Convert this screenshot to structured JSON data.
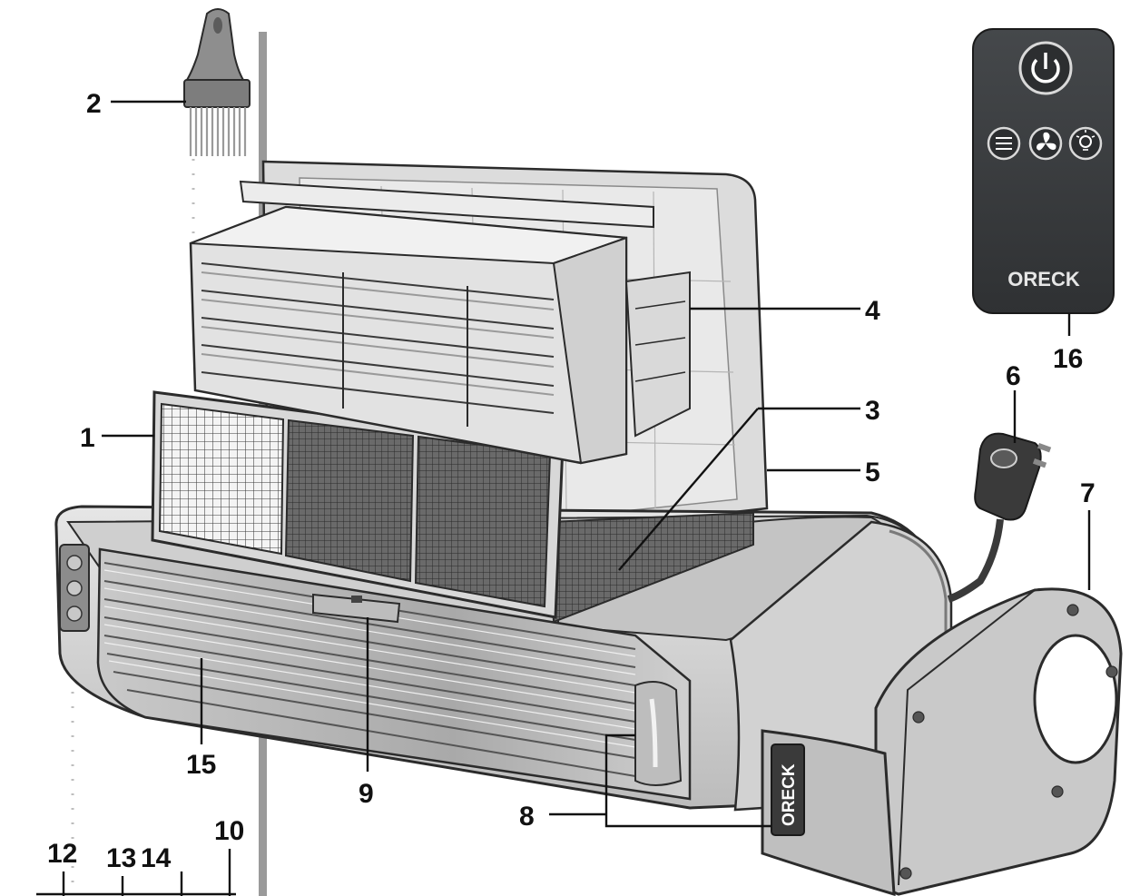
{
  "diagram": {
    "brand_remote": "ORECK",
    "brand_cap": "ORECK",
    "callouts": [
      "1",
      "2",
      "3",
      "4",
      "5",
      "6",
      "7",
      "8",
      "9",
      "10",
      "12",
      "13",
      "14",
      "15",
      "16"
    ]
  },
  "colors": {
    "outline": "#2b2b2b",
    "body_light": "#d6d6d6",
    "body_mid": "#bdbdbd",
    "body_dark": "#8a8a8a",
    "remote": "#3c3f42",
    "grid": "#3a3a3a"
  },
  "icons": {
    "power": "power-icon",
    "ionizer": "ionizer-icon",
    "fan": "fan-icon",
    "light": "light-icon"
  }
}
